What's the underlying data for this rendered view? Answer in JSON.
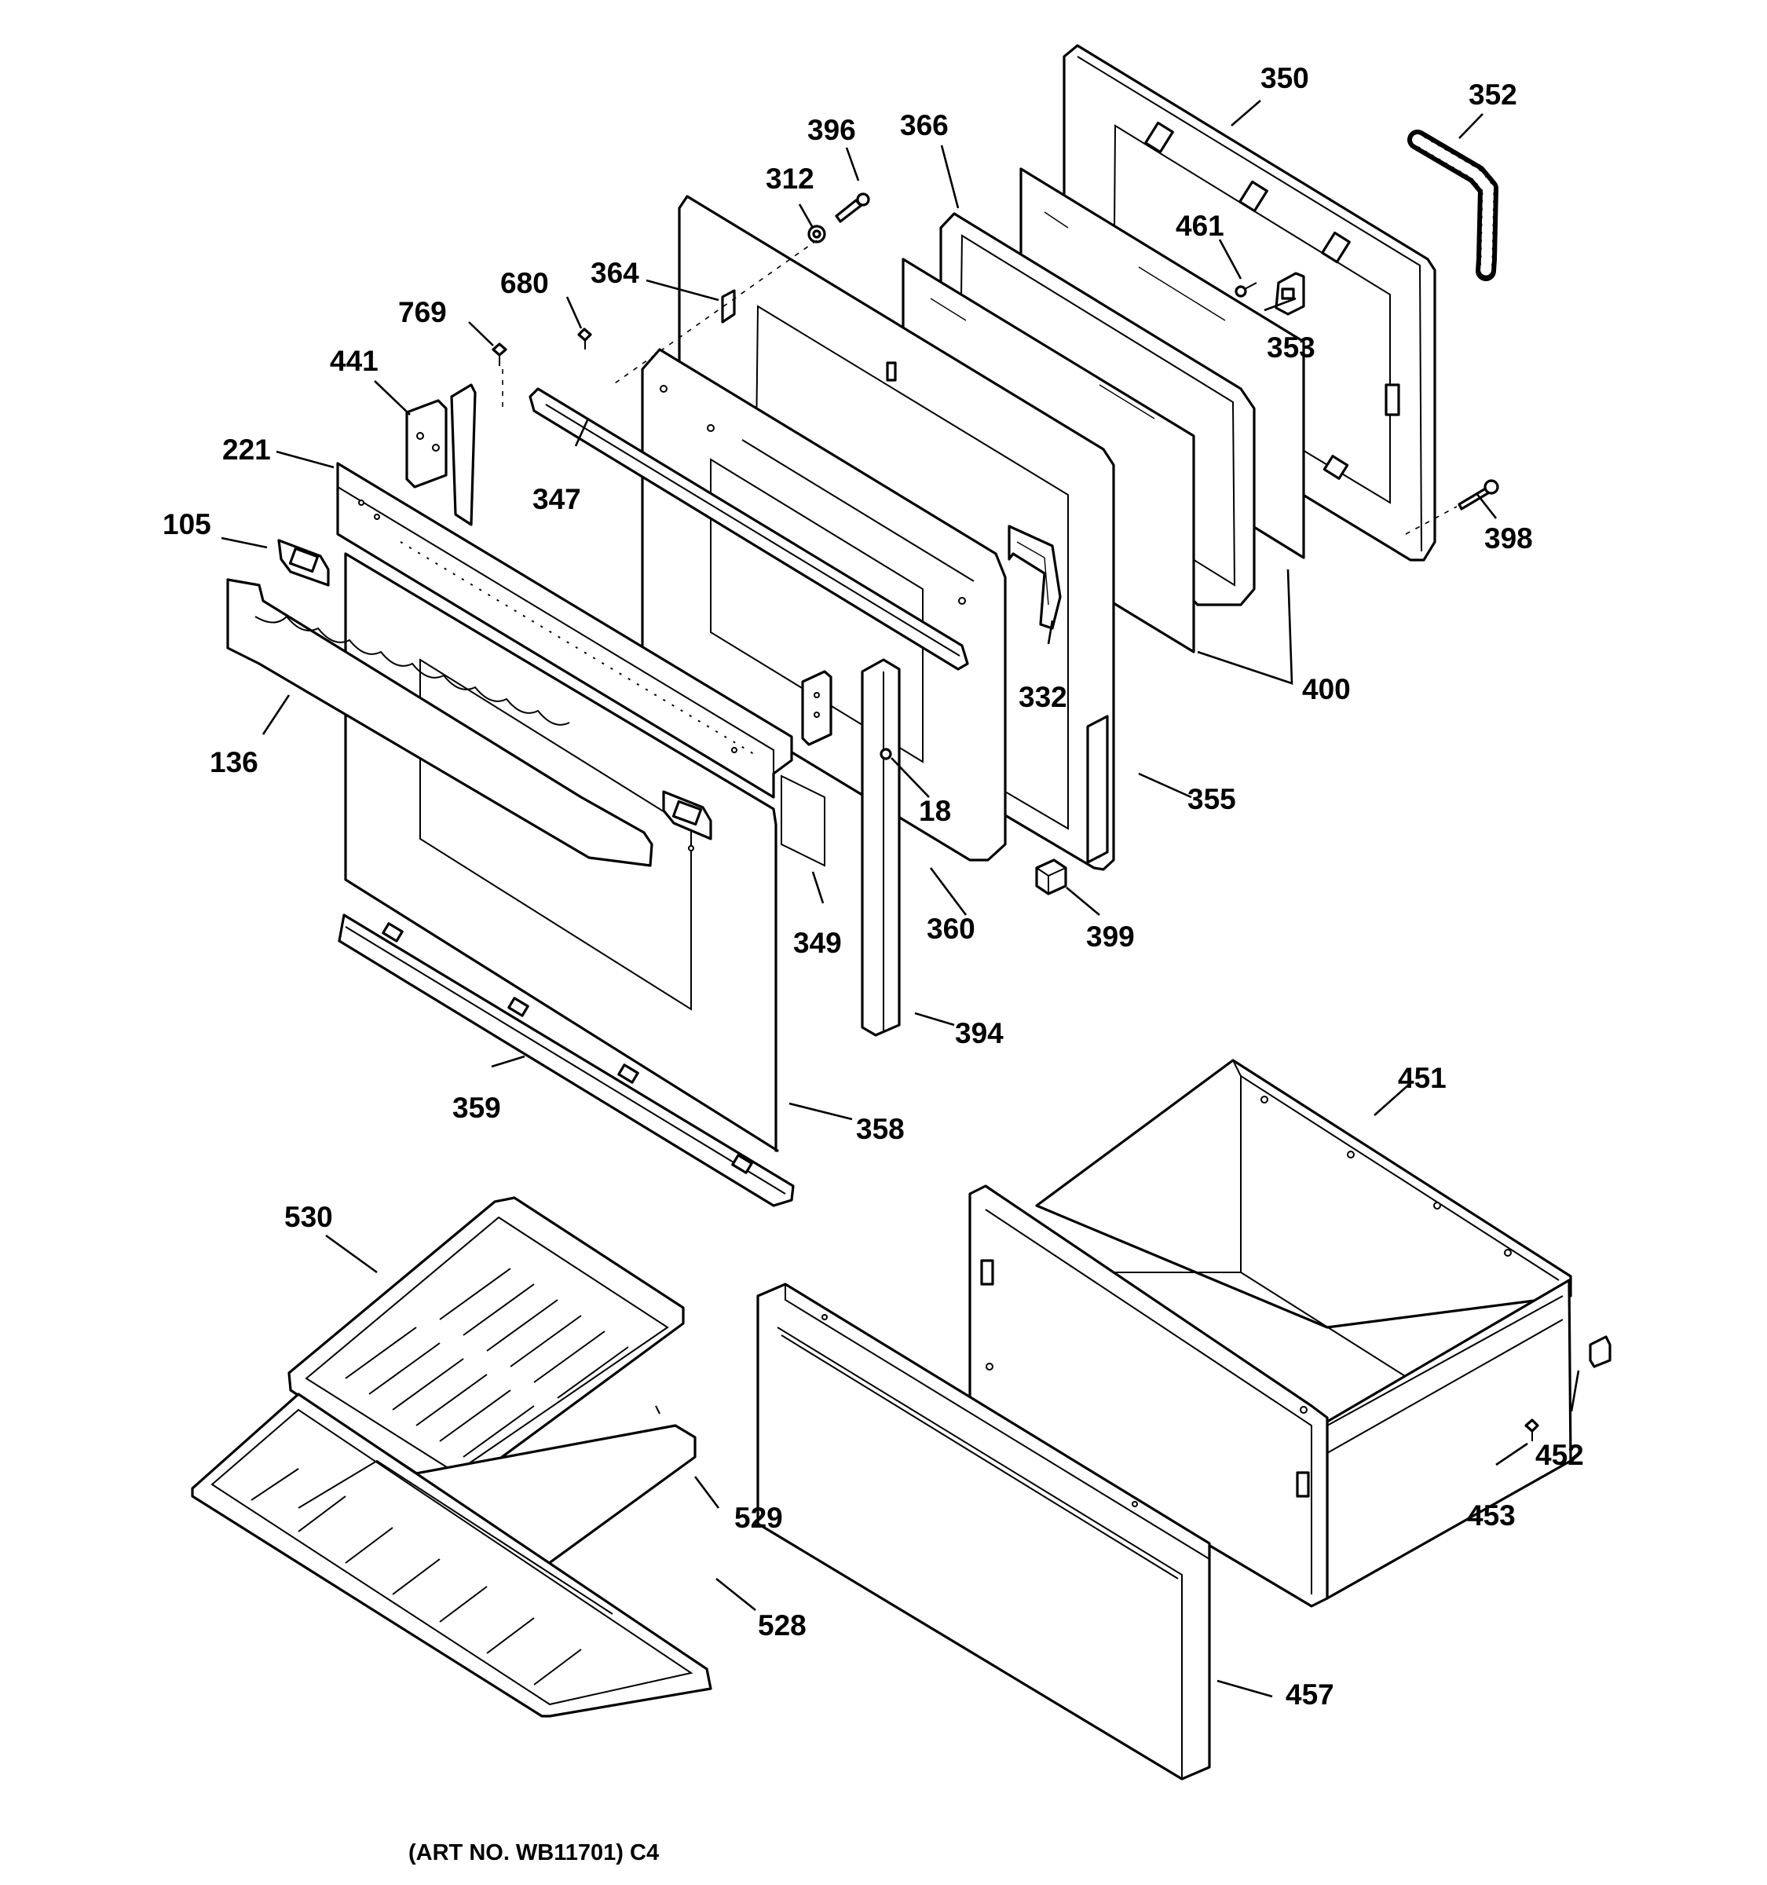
{
  "art_number": "(ART NO. WB11701) C4",
  "callouts": {
    "p350": "350",
    "p352": "352",
    "p396": "396",
    "p366": "366",
    "p312": "312",
    "p461": "461",
    "p364": "364",
    "p680": "680",
    "p353": "353",
    "p769": "769",
    "p441": "441",
    "p347": "347",
    "p221": "221",
    "p398": "398",
    "p105": "105",
    "p332": "332",
    "p400": "400",
    "p136": "136",
    "p18": "18",
    "p355": "355",
    "p360": "360",
    "p349": "349",
    "p399": "399",
    "p394": "394",
    "p451": "451",
    "p359": "359",
    "p358": "358",
    "p530": "530",
    "p452": "452",
    "p453": "453",
    "p529": "529",
    "p528": "528",
    "p457": "457"
  }
}
